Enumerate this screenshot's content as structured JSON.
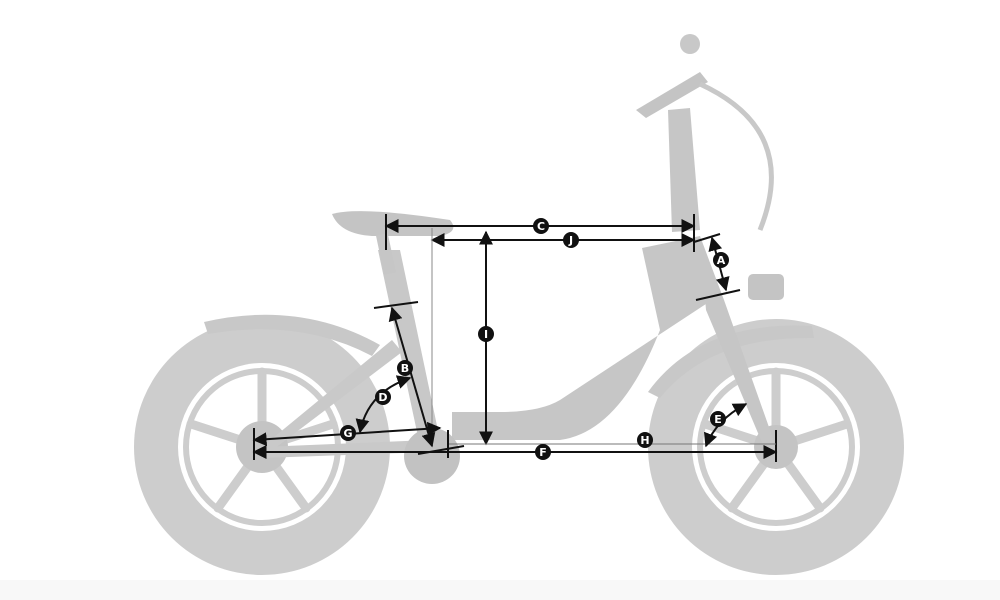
{
  "colors": {
    "bike": "#cfcfcf",
    "bike_dark": "#bdbdbd",
    "dimension": "#111111",
    "label_bg": "#111111",
    "label_text": "#ffffff",
    "background": "#ffffff"
  },
  "dimensions": [
    {
      "id": "A",
      "label": "A"
    },
    {
      "id": "B",
      "label": "B"
    },
    {
      "id": "C",
      "label": "C"
    },
    {
      "id": "D",
      "label": "D"
    },
    {
      "id": "E",
      "label": "E"
    },
    {
      "id": "F",
      "label": "F"
    },
    {
      "id": "G",
      "label": "G"
    },
    {
      "id": "H",
      "label": "H"
    },
    {
      "id": "I",
      "label": "I"
    },
    {
      "id": "J",
      "label": "J"
    }
  ]
}
